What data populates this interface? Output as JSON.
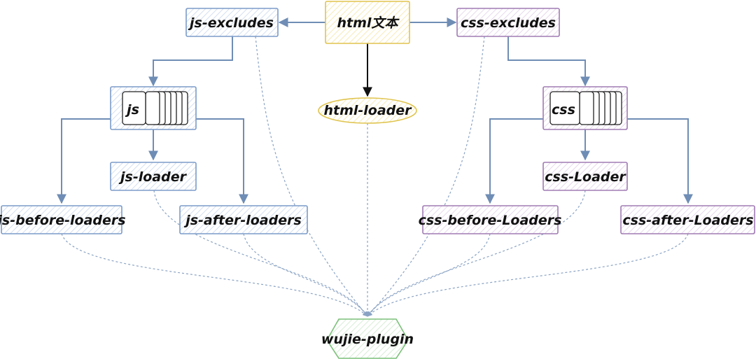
{
  "nodes": {
    "html_text": "html文本",
    "js_excludes": "js-excludes",
    "css_excludes": "css-excludes",
    "html_loader": "html-loader",
    "js_stack": "js",
    "css_stack": "css",
    "js_loader": "js-loader",
    "css_loader": "css-Loader",
    "js_before_loaders": "js-before-loaders",
    "js_after_loaders": "js-after-loaders",
    "css_before_loaders": "css-before-Loaders",
    "css_after_loaders": "css-after-Loaders",
    "wujie_plugin": "wujie-plugin"
  },
  "colors": {
    "js_branch": "#7b9bc9",
    "css_branch": "#a07bb4",
    "html_node": "#e0c44e",
    "plugin_node": "#7cc07a",
    "connector": "#6f8db5"
  }
}
